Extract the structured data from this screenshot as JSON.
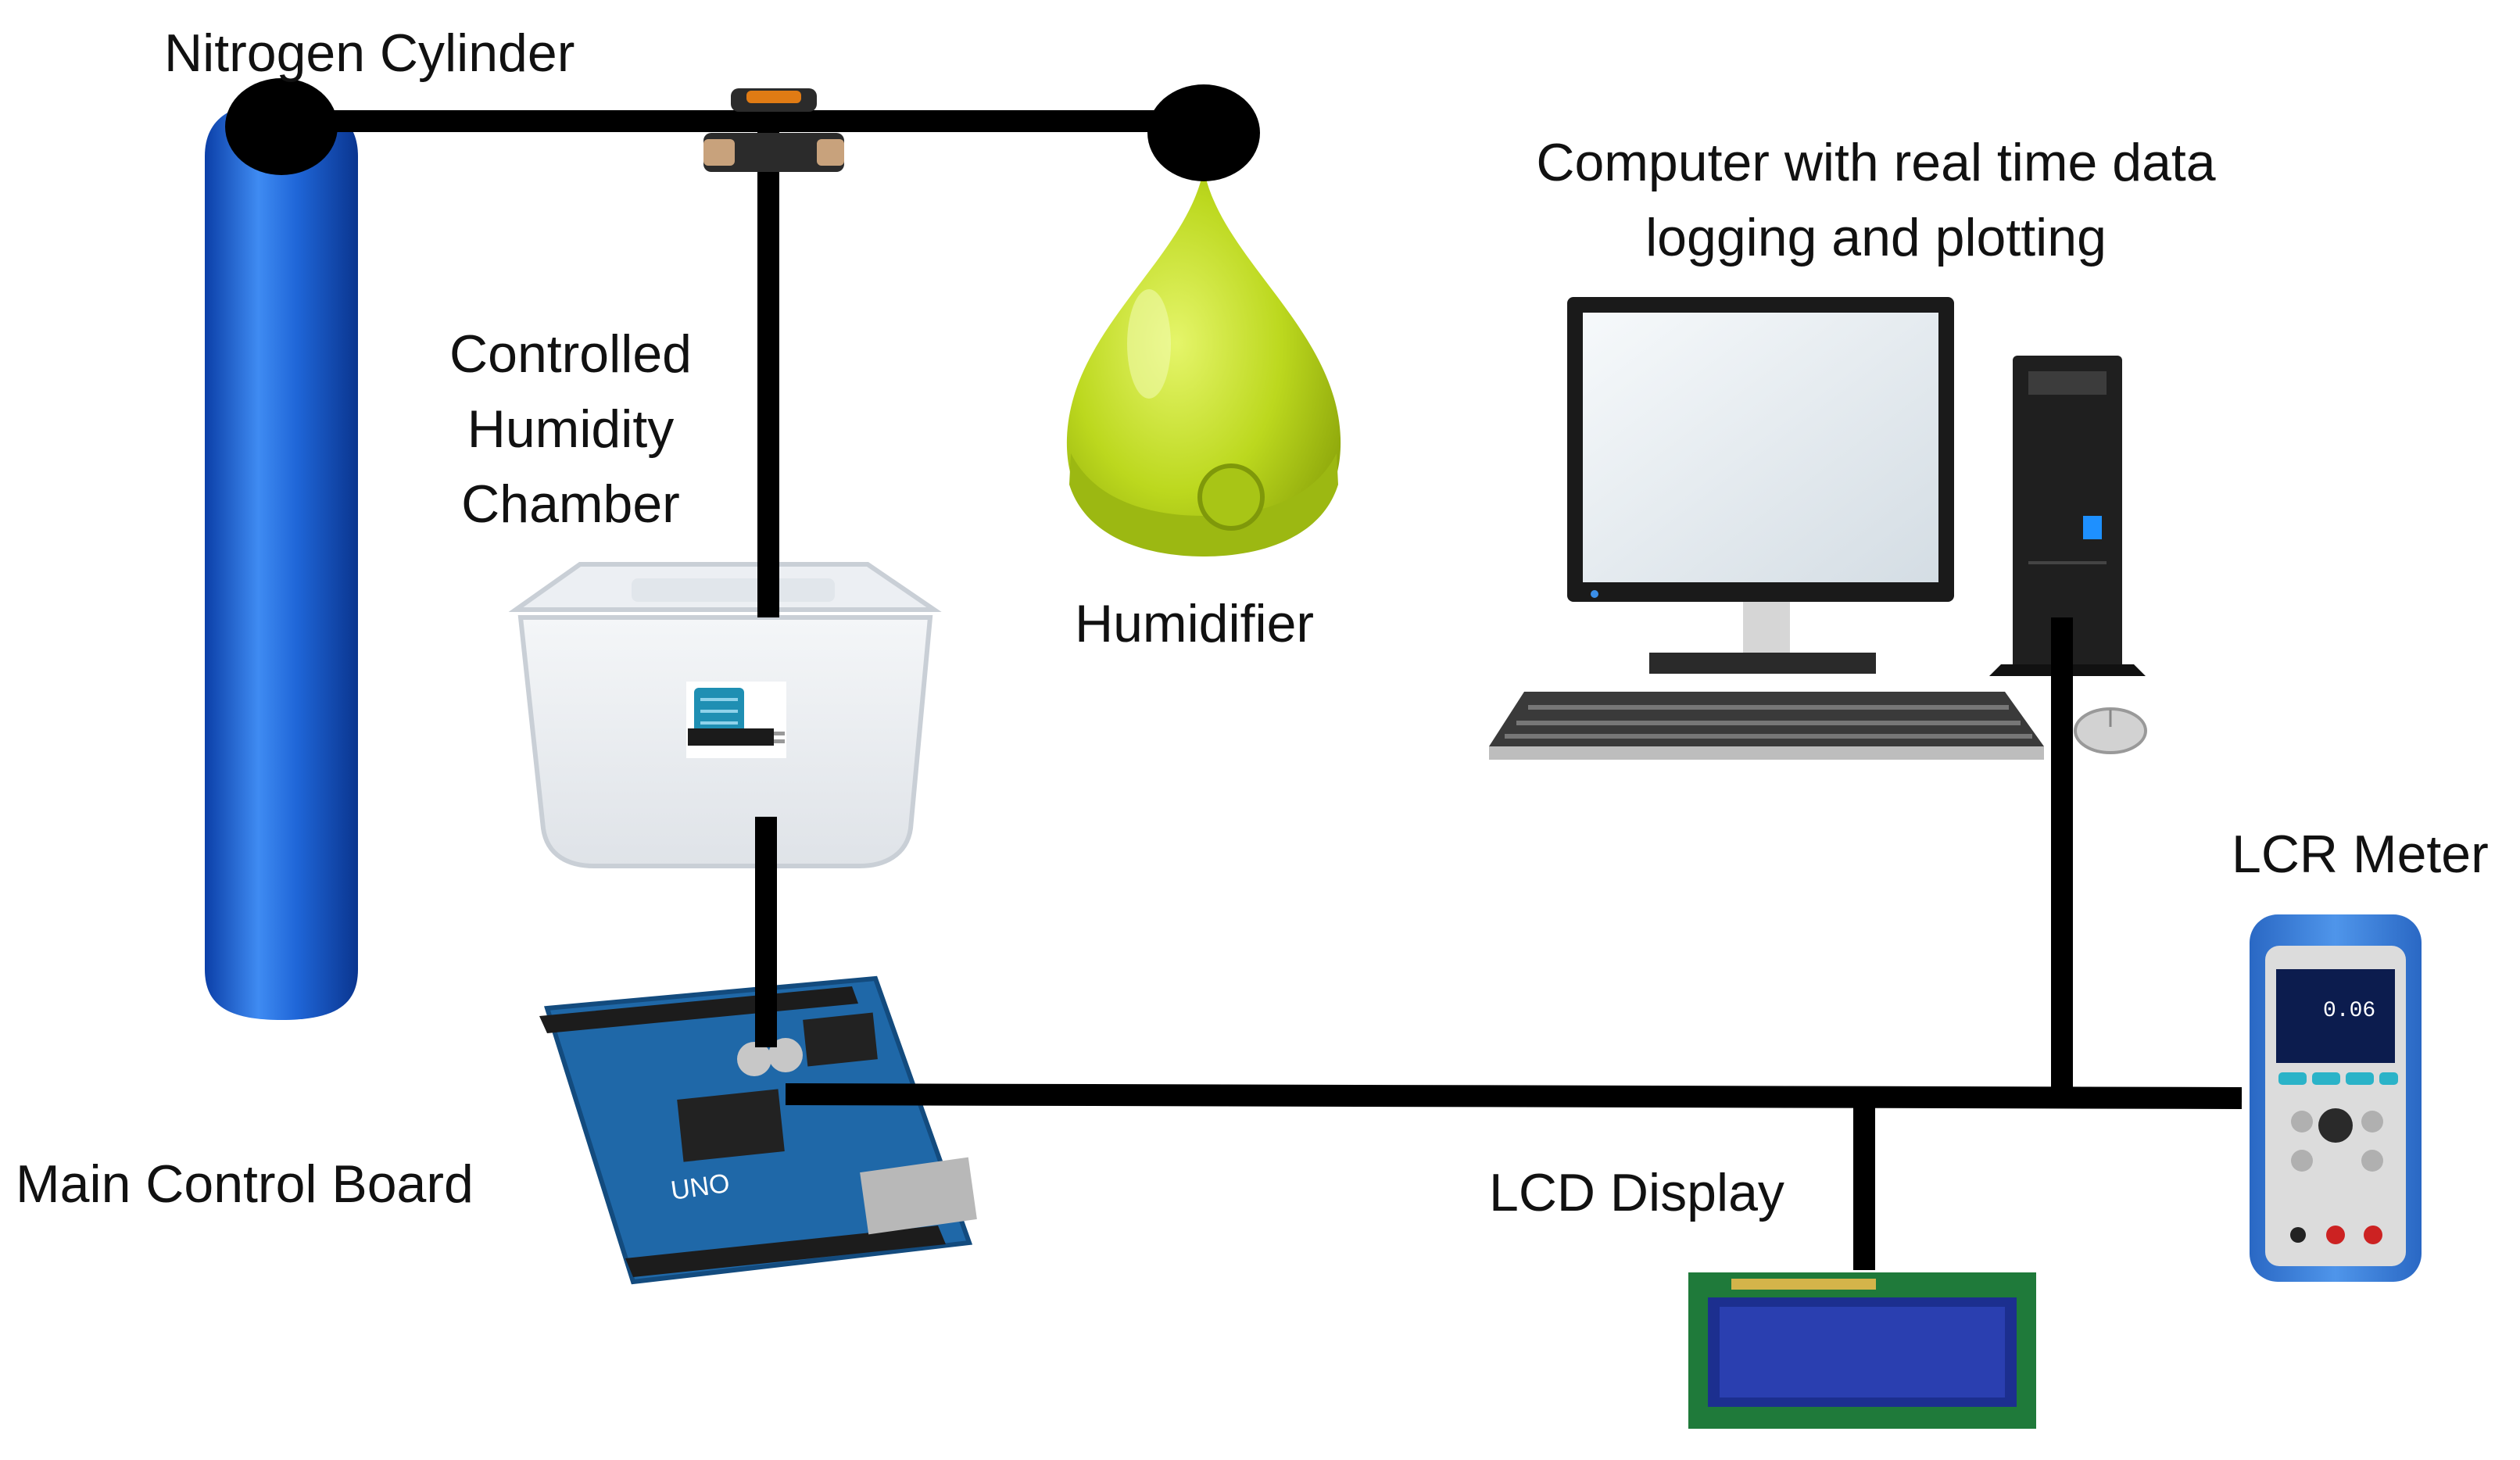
{
  "labels": {
    "nitrogen_cylinder": "Nitrogen Cylinder",
    "chamber": [
      "Controlled",
      "Humidity",
      "Chamber"
    ],
    "humidifier": "Humidifier",
    "computer": [
      "Computer with real time data",
      "logging and plotting"
    ],
    "lcr_meter": "LCR Meter",
    "main_control_board": "Main Control Board",
    "lcd_display": "LCD Display"
  },
  "devices": {
    "lcr_meter_screen_reading": "0.06",
    "arduino_board_text": "UNO"
  },
  "colors": {
    "connection_line": "#000000",
    "cylinder_blue": "#1f6fe0",
    "humidifier_green": "#b5d41a",
    "arduino_blue": "#1f68a8",
    "lcd_blue": "#1c2f8f",
    "lcr_blue": "#3a7fd6",
    "sensor_teal": "#1f8fb3"
  }
}
